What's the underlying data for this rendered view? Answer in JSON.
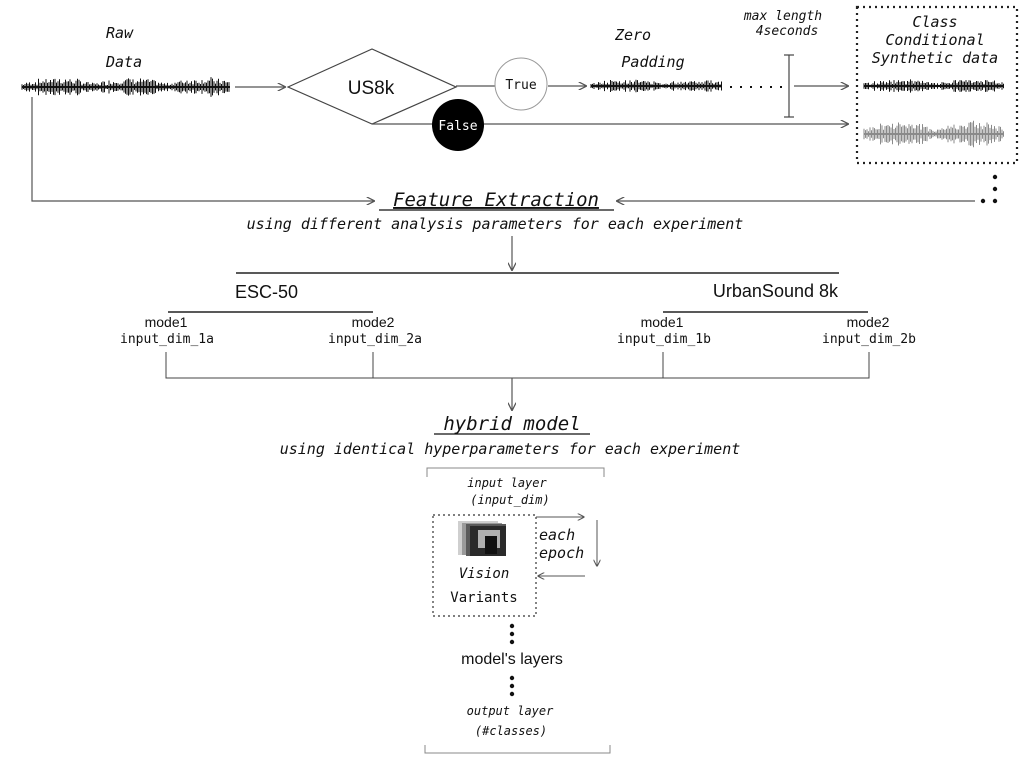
{
  "labels": {
    "raw_data_line1": "Raw",
    "raw_data_line2": "Data",
    "decision": "US8k",
    "true_label": "True",
    "false_label": "False",
    "zero_padding_line1": "Zero",
    "zero_padding_line2": "Padding",
    "max_length_line1": "max length",
    "max_length_line2": "4seconds",
    "synthetic_line1": "Class",
    "synthetic_line2": "Conditional",
    "synthetic_line3": "Synthetic data",
    "feature_extraction": "Feature Extraction",
    "feature_extraction_sub": "using different analysis parameters for each experiment",
    "esc50": "ESC-50",
    "urbansound": "UrbanSound 8k",
    "esc_mode1": "mode1",
    "esc_mode1_dim": "input_dim_1a",
    "esc_mode2": "mode2",
    "esc_mode2_dim": "input_dim_2a",
    "us_mode1": "mode1",
    "us_mode1_dim": "input_dim_1b",
    "us_mode2": "mode2",
    "us_mode2_dim": "input_dim_2b",
    "hybrid_model": "hybrid model",
    "hybrid_model_sub": "using identical hyperparameters for each experiment",
    "input_layer_line1": "input layer",
    "input_layer_line2": "(input_dim)",
    "each_epoch_line1": "each",
    "each_epoch_line2": "epoch",
    "vision_line1": "Vision",
    "vision_line2": "Variants",
    "models_layers": "model's layers",
    "output_layer_line1": "output layer",
    "output_layer_line2": "(#classes)"
  },
  "colors": {
    "ink": "#111111",
    "line": "#555555",
    "synthetic_wave": "#8a8a8a",
    "false_fill": "#000000"
  }
}
